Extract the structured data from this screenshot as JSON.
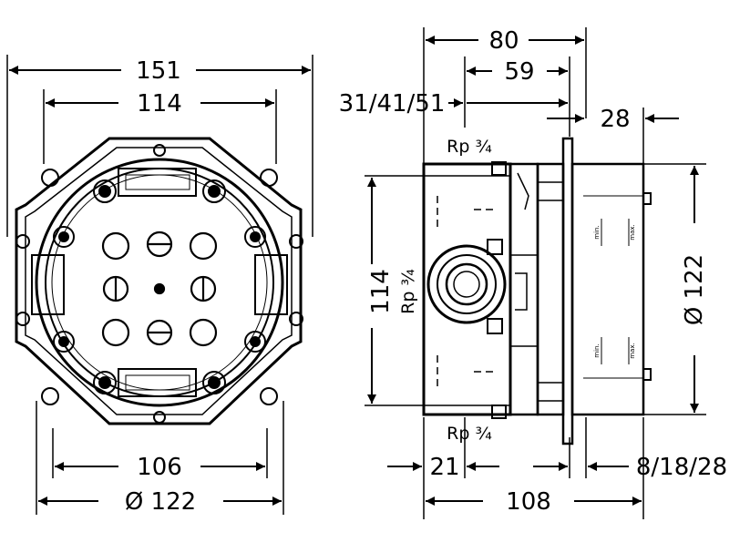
{
  "front_view": {
    "dim_overall_width": "151",
    "dim_inner_width": "114",
    "dim_bottom_width": "106",
    "dim_bottom_diameter": "Ø 122"
  },
  "side_view": {
    "dim_top_overall": "80",
    "dim_top_inner": "59",
    "dim_depth_options": "31/41/51",
    "dim_plate": "28",
    "dim_height": "114",
    "dim_height_thread": "Rp ¾",
    "dim_diameter": "Ø 122",
    "thread_top": "Rp ¾",
    "thread_bottom": "Rp ¾",
    "dim_bottom_left": "21",
    "dim_bottom_right": "8/18/28",
    "dim_bottom_overall": "108",
    "mark_min_upper": "min.",
    "mark_max_upper": "max.",
    "mark_min_lower": "min.",
    "mark_max_lower": "max."
  }
}
